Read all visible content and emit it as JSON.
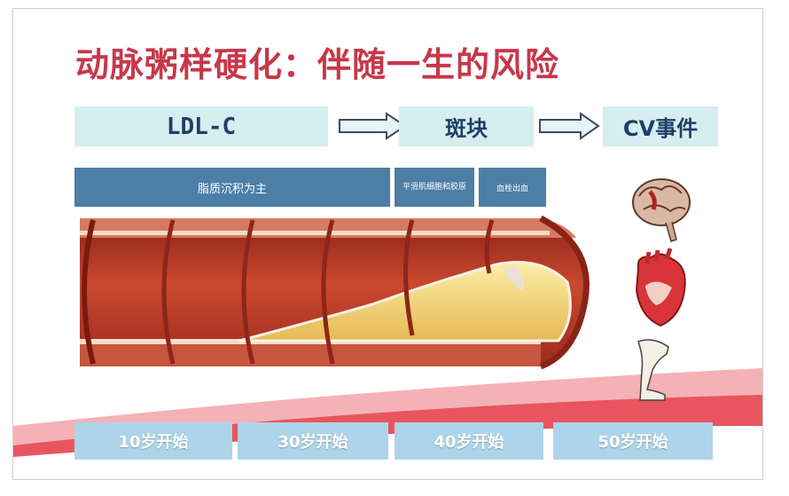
{
  "title": "动脉粥样硬化：伴随一生的风险",
  "stages": [
    "LDL-C",
    "斑块",
    "CV事件"
  ],
  "bands": [
    "脂质沉积为主",
    "平滑肌细胞和胶原",
    "血栓出血"
  ],
  "ages": [
    "10岁开始",
    "30岁开始",
    "40岁开始",
    "50岁开始"
  ],
  "organs": [
    "brain-icon",
    "heart-icon",
    "leg-icon"
  ],
  "colors": {
    "title": "#c7374a",
    "stage_box": "#d6eef0",
    "band": "#4d7ea6",
    "age_box": "#add4e8",
    "artery_wall": "#b83a2c",
    "plaque": "#f3d978"
  }
}
